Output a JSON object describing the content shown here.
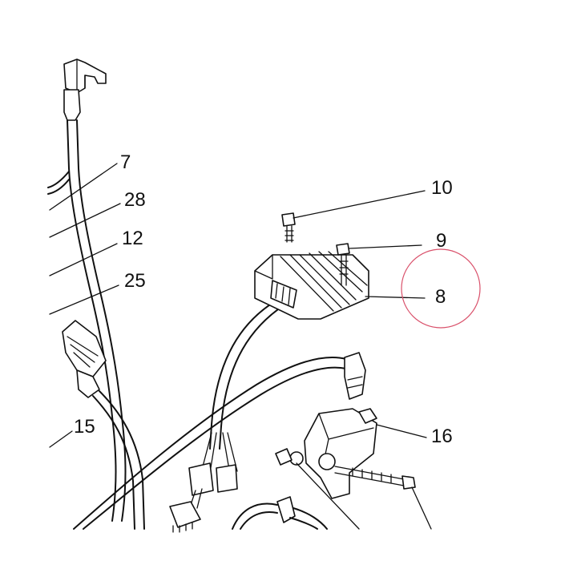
{
  "callouts": {
    "c7": "7",
    "c28": "28",
    "c12": "12",
    "c25": "25",
    "c15": "15",
    "c10": "10",
    "c9": "9",
    "c8": "8",
    "c16": "16"
  },
  "colors": {
    "line": "#111111",
    "highlight_circle": "#d9506a",
    "background": "#ffffff"
  }
}
